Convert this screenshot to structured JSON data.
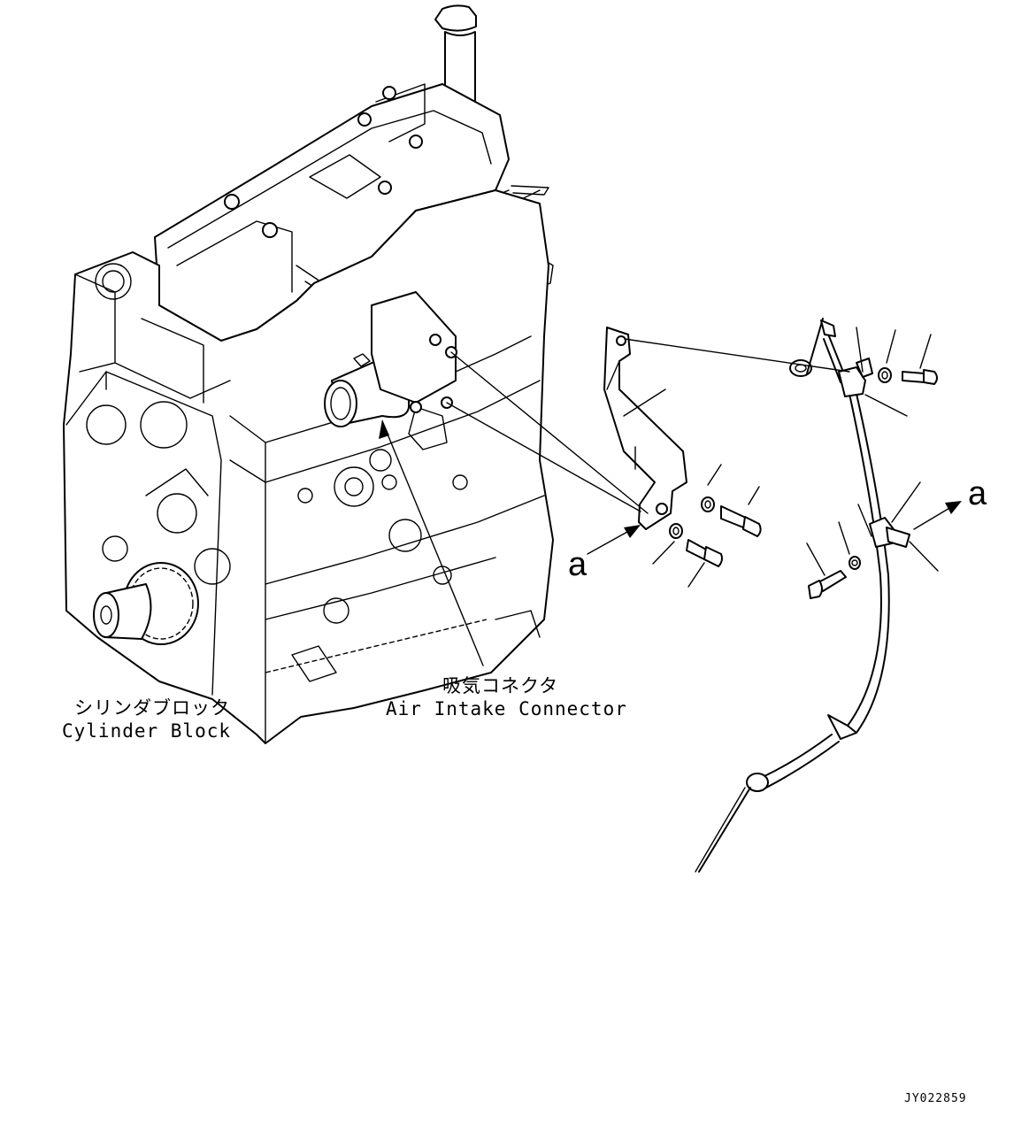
{
  "labels": {
    "cylinder_block_jp": "シリンダブロック",
    "cylinder_block_en": "Cylinder Block",
    "air_intake_jp": "吸気コネクタ",
    "air_intake_en": "Air Intake Connector",
    "ref_a": "a",
    "drawing_code": "JY022859"
  }
}
